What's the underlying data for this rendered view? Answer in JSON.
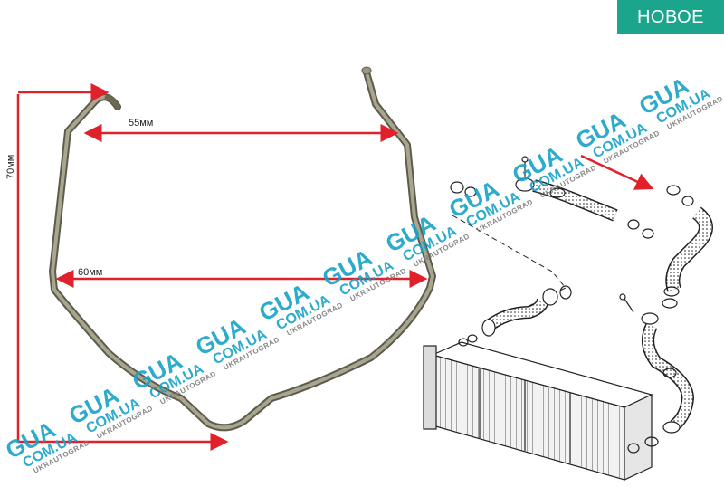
{
  "badge": {
    "label": "НОВОЕ",
    "color": "#1aa58c"
  },
  "dimensions": {
    "height_label": "70мм",
    "top_width_label": "55мм",
    "bottom_width_label": "60мм"
  },
  "watermark": {
    "brand": "GUA",
    "domain": "COM.UA",
    "company": "UKRAUTOGRAD",
    "color": "#17a2c8"
  },
  "colors": {
    "arrow": "#e0202a",
    "clip": "#8d8a78"
  }
}
